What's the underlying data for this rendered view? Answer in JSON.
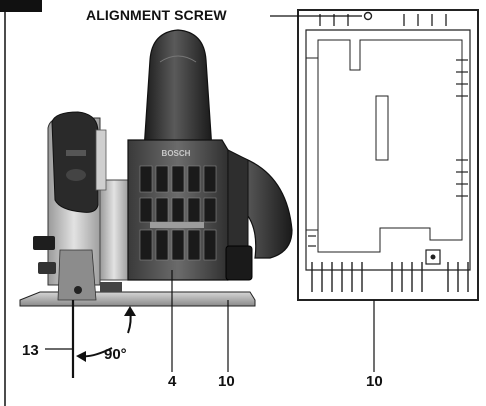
{
  "callouts": {
    "alignment_screw": "ALIGNMENT SCREW",
    "item_13": "13",
    "angle": "90°",
    "item_4": "4",
    "item_10_left": "10",
    "item_10_right": "10"
  },
  "logo": {
    "text": "BOSCH"
  },
  "colors": {
    "ink": "#111111",
    "body_dark": "#2b2b2b",
    "body_mid": "#555555",
    "metal": "#b8b8b8",
    "plate_bg": "#ffffff",
    "plate_line": "#222222"
  }
}
